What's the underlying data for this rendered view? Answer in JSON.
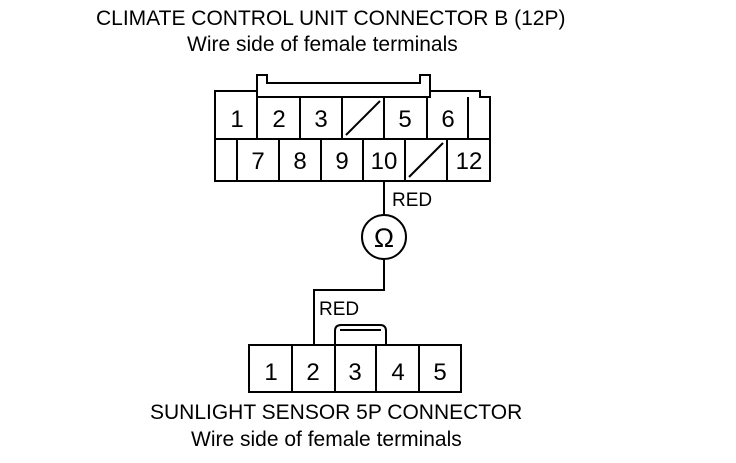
{
  "top_connector": {
    "title": "CLIMATE CONTROL UNIT CONNECTOR B (12P)",
    "subtitle": "Wire side of female terminals",
    "row1": [
      "1",
      "2",
      "3",
      "",
      "5",
      "6"
    ],
    "row2": [
      "7",
      "8",
      "9",
      "10",
      "",
      "12"
    ]
  },
  "meter": {
    "symbol": "Ω",
    "top_wire_label": "RED",
    "bottom_wire_label": "RED"
  },
  "bottom_connector": {
    "title": "SUNLIGHT SENSOR 5P CONNECTOR",
    "subtitle": "Wire side of female terminals",
    "pins": [
      "1",
      "2",
      "3",
      "4",
      "5"
    ]
  }
}
